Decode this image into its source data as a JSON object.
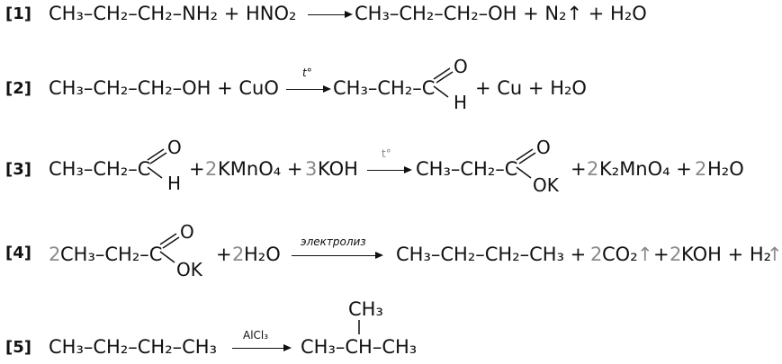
{
  "labels": {
    "r1": "[1]",
    "r2": "[2]",
    "r3": "[3]",
    "r4": "[4]",
    "r5": "[5]"
  },
  "r1": {
    "lhs": "CH₃–CH₂–CH₂–NH₂ + HNO₂",
    "rhs": "CH₃–CH₂–CH₂–OH + N₂↑ + H₂O"
  },
  "r2": {
    "lhs": "CH₃–CH₂–CH₂–OH + CuO",
    "cond": "t°",
    "prod": "CH₃–CH₂–C",
    "o": "O",
    "h": "H",
    "rest": "+ Cu + H₂O"
  },
  "r3": {
    "lhs": "CH₃–CH₂–C",
    "o": "O",
    "h": "H",
    "plus1": "+",
    "c1": "2",
    "kmno4": "KMnO₄ +",
    "c2": "3",
    "koh": "KOH",
    "cond": "t°",
    "prod": "CH₃–CH₂–C",
    "o2": "O",
    "ok": "OK",
    "plus2": "+",
    "c3": "2",
    "k2mno4": "K₂MnO₄ +",
    "c4": "2",
    "h2o": "H₂O"
  },
  "r4": {
    "c1": "2",
    "lhs": "CH₃–CH₂–C",
    "o": "O",
    "ok": "OK",
    "plus": "+",
    "c2": "2",
    "h2o": "H₂O",
    "cond": "электролиз",
    "rhs": "CH₃–CH₂–CH₂–CH₃ +",
    "c3": "2",
    "co2": "CO₂",
    "up1": "↑",
    "plus2": "+",
    "c4": "2",
    "koh": "KOH + H₂",
    "up2": "↑"
  },
  "r5": {
    "lhs": "CH₃–CH₂–CH₂–CH₃",
    "cond": "AlCl₃",
    "top": "CH₃",
    "rhs": "CH₃–CH–CH₃"
  }
}
